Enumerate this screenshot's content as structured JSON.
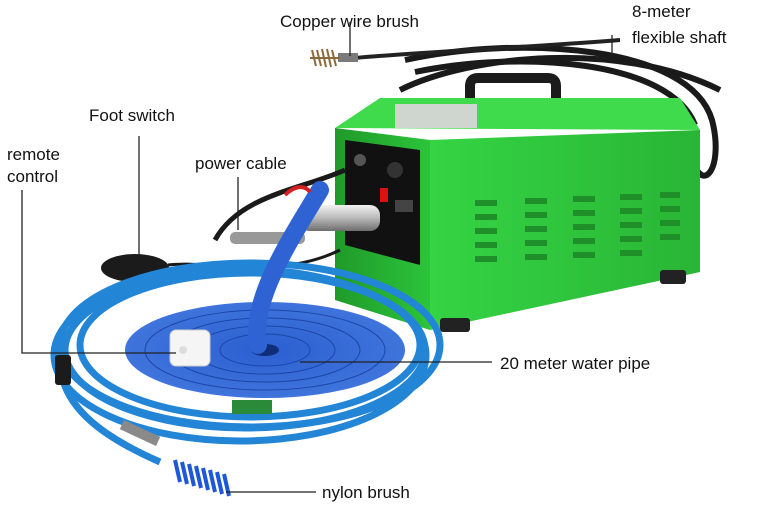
{
  "labels": {
    "copper_wire_brush": "Copper wire brush",
    "flexible_shaft_line1": "8-meter",
    "flexible_shaft_line2": "flexible shaft",
    "foot_switch": "Foot switch",
    "remote_control_line1": "remote",
    "remote_control_line2": "control",
    "power_cable": "power cable",
    "water_pipe": "20 meter water pipe",
    "nylon_brush": "nylon brush"
  },
  "colors": {
    "machine_green": "#2fc13b",
    "hose_blue": "#1f80d0",
    "water_pipe_blue": "#2e5ec9",
    "background": "#ffffff"
  }
}
